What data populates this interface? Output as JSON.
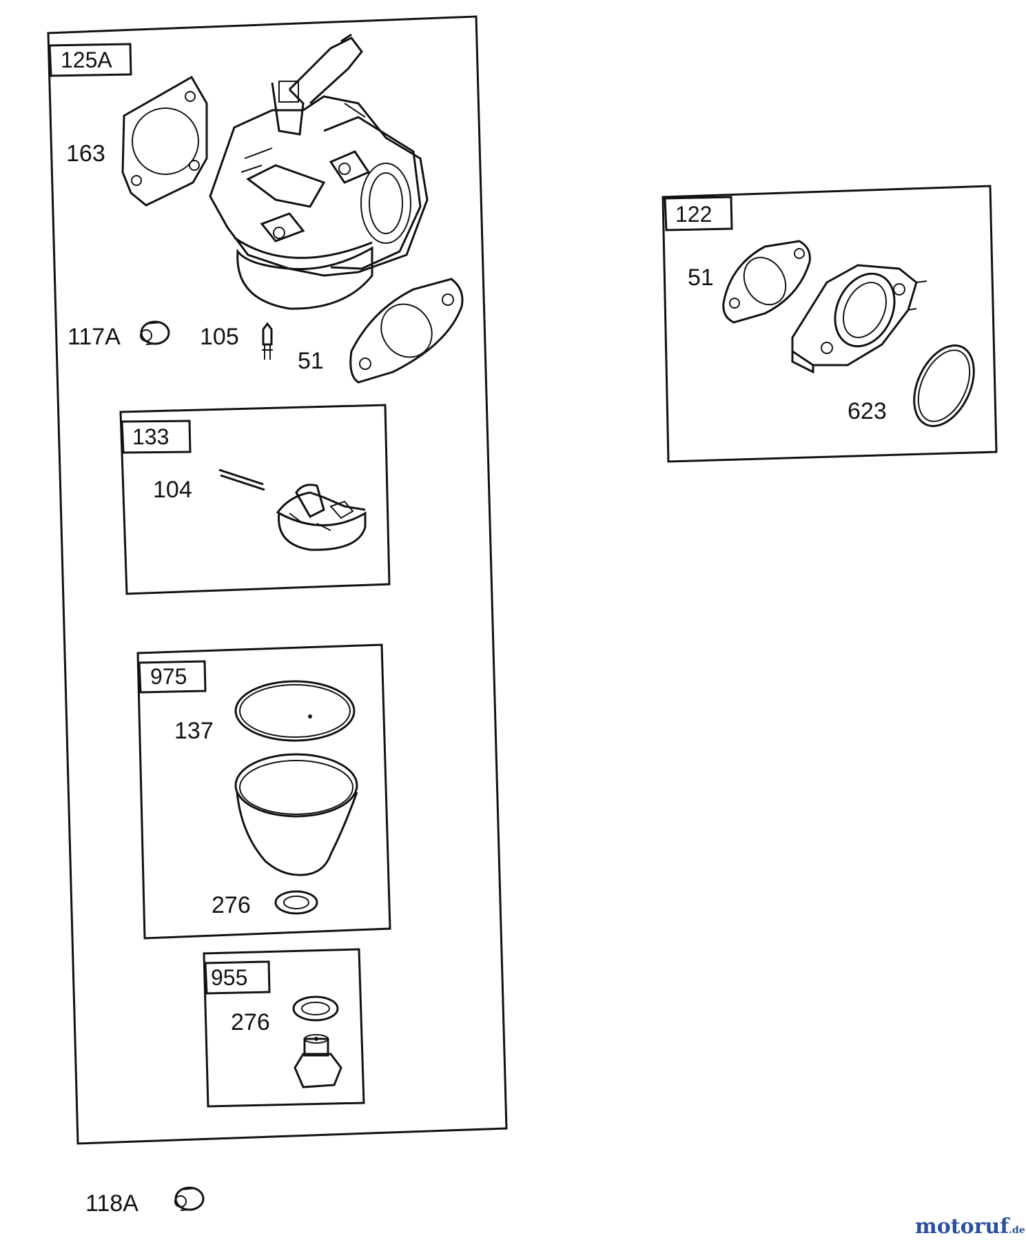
{
  "groups": {
    "main": {
      "tag": "125A"
    },
    "g133": {
      "tag": "133"
    },
    "g975": {
      "tag": "975"
    },
    "g955": {
      "tag": "955"
    },
    "g122": {
      "tag": "122"
    }
  },
  "labels": {
    "p163": "163",
    "p117a": "117A",
    "p105": "105",
    "p51a": "51",
    "p104": "104",
    "p137": "137",
    "p276a": "276",
    "p276b": "276",
    "p51b": "51",
    "p623": "623",
    "p118a": "118A"
  },
  "watermark": {
    "text_main": "motoruf",
    "text_suffix": ".de",
    "colors": [
      "#2b4fa0",
      "#c0392b",
      "#e6a817",
      "#2e8b57"
    ]
  }
}
